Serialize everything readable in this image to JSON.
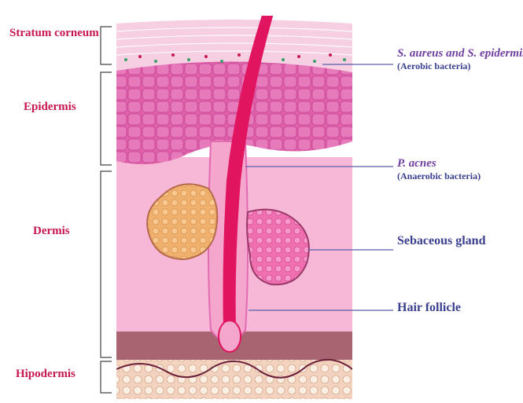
{
  "layers": {
    "stratum_corneum": "Stratum corneum",
    "epidermis": "Epidermis",
    "dermis": "Dermis",
    "hipodermis": "Hipodermis"
  },
  "annotations": {
    "aerobic": {
      "name": "S. aureus and S. epidermis",
      "type": "(Aerobic bacteria)"
    },
    "anaerobic": {
      "name": "P. acnes",
      "type": "(Anaerobic bacteria)"
    },
    "sebaceous_gland": "Sebaceous gland",
    "hair_follicle": "Hair follicle"
  },
  "colors": {
    "label_red": "#c8174f",
    "label_blue": "#3b3f8f",
    "bacteria_purple": "#6f3fa0",
    "hair": "#e0145f",
    "epidermis_pink": "#e26bb3",
    "dermis_pink": "#f7b7d7",
    "subcutis": "#a86470"
  }
}
